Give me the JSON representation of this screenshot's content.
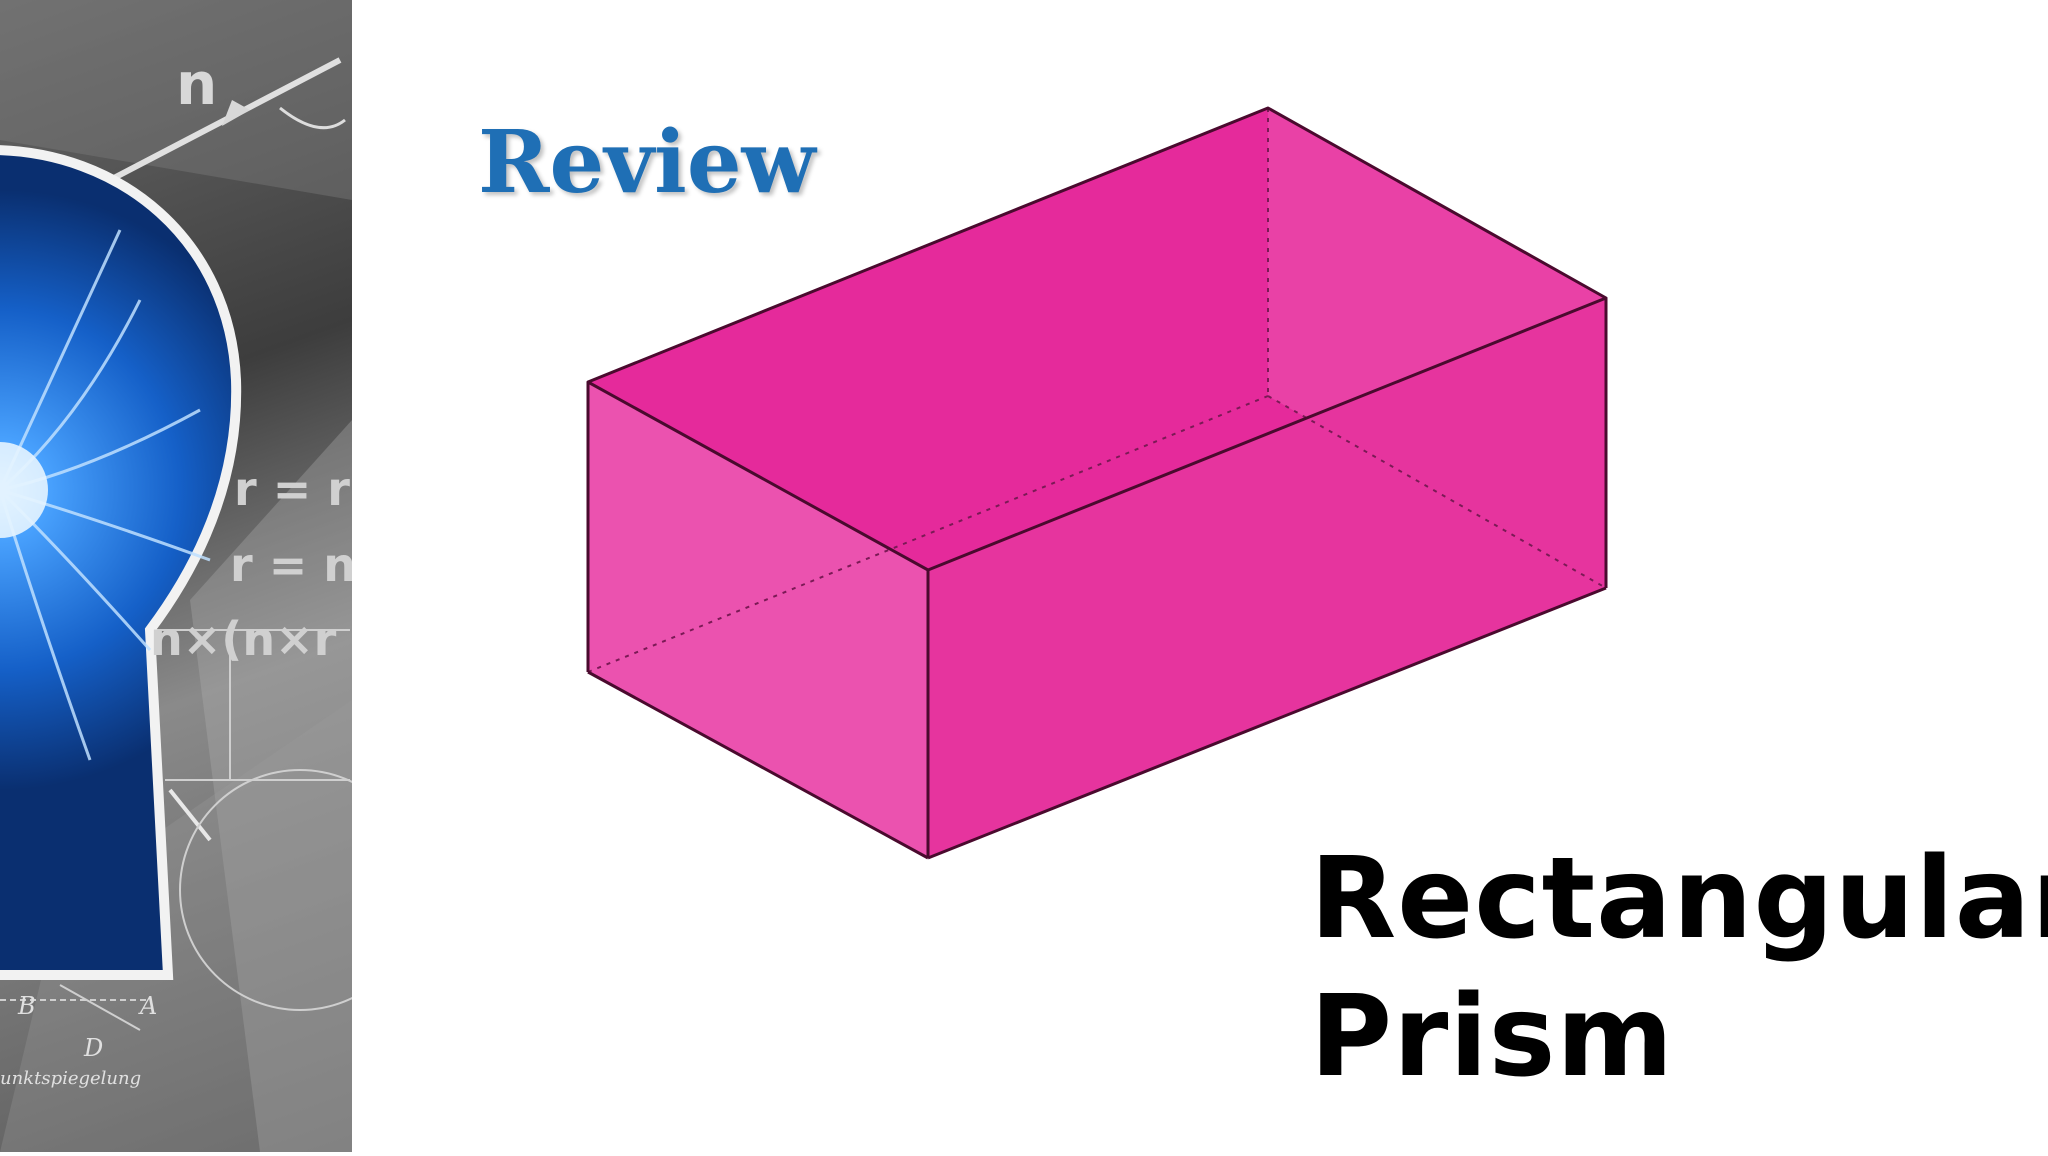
{
  "slide": {
    "title": "Review",
    "caption_line1": "Rectangular",
    "caption_line2": "Prism"
  },
  "side_panel": {
    "label_n": "n",
    "eq1": "r = r",
    "eq2": "r = n",
    "eq3": "n×(n×r",
    "pt_b": "B",
    "pt_a": "A",
    "pt_d": "D",
    "footer_text": "unktspiegelung"
  },
  "colors": {
    "title": "#1f6fb5",
    "prism_face": "#e8299a",
    "prism_edge": "#4a0a2e",
    "keyhole": "#1e6fd8",
    "caption": "#000000"
  }
}
